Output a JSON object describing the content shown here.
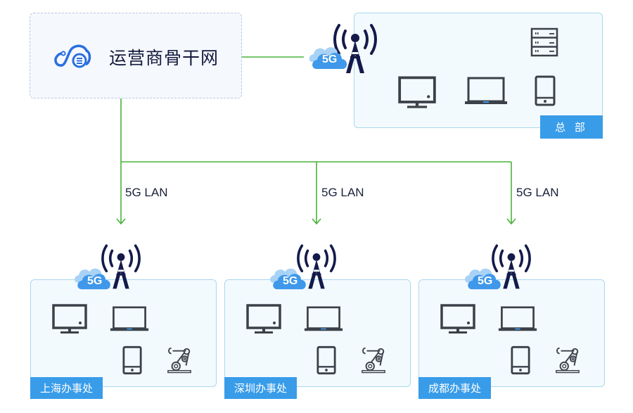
{
  "colors": {
    "link_line": "#48b33a",
    "site_border": "#a9d8ee",
    "site_bg": "#f3fafe",
    "label_bg": "#389ce9",
    "tower": "#141a4a",
    "cloud_front": "#3f98ea",
    "cloud_back": "#a8d2f6",
    "device": "#3b4148"
  },
  "backbone": {
    "title": "运营商骨干网",
    "icon": "cloud-server-icon"
  },
  "headquarters": {
    "label": "总 部",
    "badge": "5G",
    "devices": [
      "server-icon",
      "monitor-icon",
      "laptop-icon",
      "phone-icon"
    ]
  },
  "links": [
    {
      "label": "5G LAN",
      "target": "上海办事处"
    },
    {
      "label": "5G LAN",
      "target": "深圳办事处"
    },
    {
      "label": "5G LAN",
      "target": "成都办事处"
    }
  ],
  "offices": [
    {
      "label": "上海办事处",
      "badge": "5G",
      "devices": [
        "monitor-icon",
        "laptop-icon",
        "phone-icon",
        "robot-arm-icon"
      ]
    },
    {
      "label": "深圳办事处",
      "badge": "5G",
      "devices": [
        "monitor-icon",
        "laptop-icon",
        "phone-icon",
        "robot-arm-icon"
      ]
    },
    {
      "label": "成都办事处",
      "badge": "5G",
      "devices": [
        "monitor-icon",
        "laptop-icon",
        "phone-icon",
        "robot-arm-icon"
      ]
    }
  ]
}
